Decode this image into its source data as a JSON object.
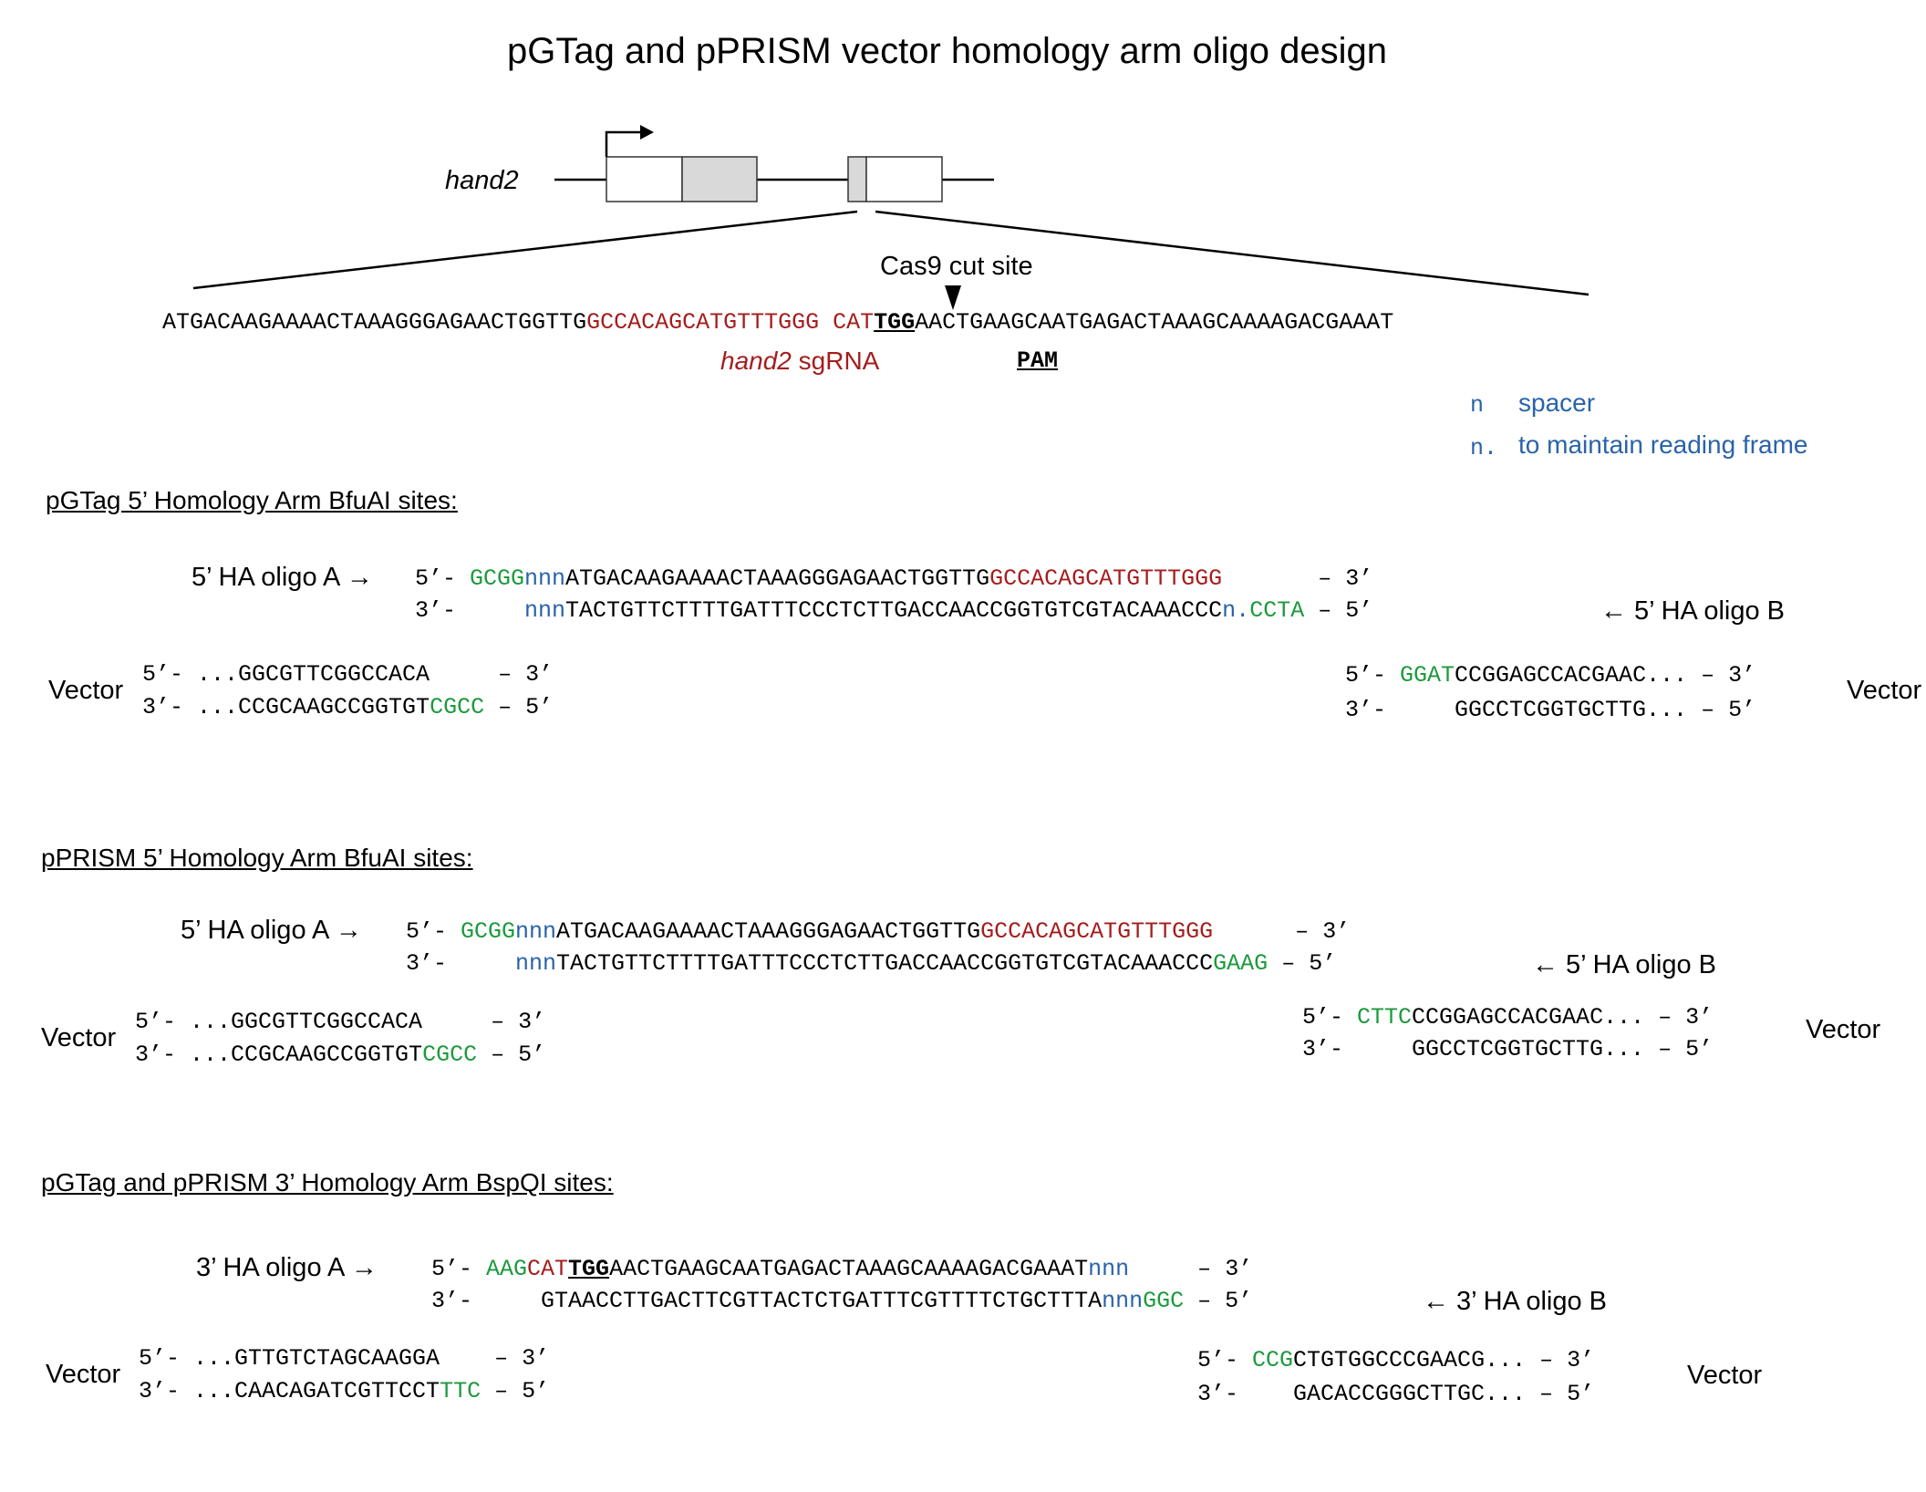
{
  "title": "pGTag and pPRISM vector homology arm oligo design",
  "gene": {
    "name": "hand2",
    "cut_label": "Cas9 cut site",
    "sequence": {
      "part1": "ATGACAAGAAAACTAAAGGGAGAACTGGTTG",
      "sgrna": "GCCACAGCATGTTTGGG",
      "space": " ",
      "cat": "CAT",
      "pam": "TGG",
      "part2": "AACTGAAGCAATGAGACTAAAGCAAAAGACGAAAT"
    },
    "sgrna_label_gene": "hand2",
    "sgrna_label_rest": " sgRNA",
    "pam_label": "PAM"
  },
  "legend": {
    "spacer_symbol": "n",
    "spacer_label": "spacer",
    "frame_symbol": "n.",
    "frame_label": "to maintain reading frame"
  },
  "colors": {
    "sgrna": "#a51d1d",
    "overhang": "#1c9a3d",
    "spacer": "#2a63a8"
  },
  "sections": [
    {
      "heading": "pGTag 5’ Homology Arm BfuAI sites:",
      "oligo_a_label": "5’ HA oligo A →",
      "oligo_b_label": "← 5’ HA oligo B",
      "top": {
        "p5": "5’- ",
        "ov": "GCGG",
        "sp": "nnn",
        "seq": "ATGACAAGAAAACTAAAGGGAGAACTGGTTG",
        "red": "GCCACAGCATGTTTGGG",
        "end": "       – 3’"
      },
      "bottom": {
        "p3": "3’-     ",
        "sp": "nnn",
        "seq": "TACTGTTCTTTTGATTTCCCTCTTGACCAACCGGTGTCGTACAAACCC",
        "sp2": "n.",
        "ov": "CCTA",
        "end": " – 5’"
      },
      "vector_label": "Vector",
      "vec_left_top": {
        "a": "5’- ...GGCGTTCGGCCACA     – 3’"
      },
      "vec_left_bot": {
        "a": "3’- ...CCGCAAGCCGGTGT",
        "ov": "CGCC",
        "b": " – 5’"
      },
      "vec_right_top": {
        "a": "5’- ",
        "ov": "GGAT",
        "b": "CCGGAGCCACGAAC... – 3’"
      },
      "vec_right_bot": {
        "a": "3’-     GGCCTCGGTGCTTG... – 5’"
      }
    },
    {
      "heading": "pPRISM 5’ Homology Arm BfuAI sites:",
      "oligo_a_label": "5’ HA oligo A →",
      "oligo_b_label": "← 5’ HA oligo B",
      "top": {
        "p5": "5’- ",
        "ov": "GCGG",
        "sp": "nnn",
        "seq": "ATGACAAGAAAACTAAAGGGAGAACTGGTTG",
        "red": "GCCACAGCATGTTTGGG",
        "end": "      – 3’"
      },
      "bottom": {
        "p3": "3’-     ",
        "sp": "nnn",
        "seq": "TACTGTTCTTTTGATTTCCCTCTTGACCAACCGGTGTCGTACAAACCC",
        "ov": "GAAG",
        "end": " – 5’"
      },
      "vector_label": "Vector",
      "vec_left_top": {
        "a": "5’- ...GGCGTTCGGCCACA     – 3’"
      },
      "vec_left_bot": {
        "a": "3’- ...CCGCAAGCCGGTGT",
        "ov": "CGCC",
        "b": " – 5’"
      },
      "vec_right_top": {
        "a": "5’- ",
        "ov": "CTTC",
        "b": "CCGGAGCCACGAAC... – 3’"
      },
      "vec_right_bot": {
        "a": "3’-     GGCCTCGGTGCTTG... – 5’"
      }
    },
    {
      "heading": "pGTag and pPRISM 3’ Homology Arm BspQI sites:",
      "oligo_a_label": "3’ HA oligo A →",
      "oligo_b_label": "← 3’ HA oligo B",
      "top": {
        "p5": "5’- ",
        "ov": "AAG",
        "red": "CAT",
        "pam": "TGG",
        "seq": "AACTGAAGCAATGAGACTAAAGCAAAAGACGAAAT",
        "sp": "nnn",
        "end": "     – 3’"
      },
      "bottom": {
        "p3": "3’-     ",
        "seq": "GTAACCTTGACTTCGTTACTCTGATTTCGTTTTCTGCTTTA",
        "sp": "nnn",
        "ov": "GGC",
        "end": " – 5’"
      },
      "vector_label": "Vector",
      "vec_left_top": {
        "a": "5’- ...GTTGTCTAGCAAGGA    – 3’"
      },
      "vec_left_bot": {
        "a": "3’- ...CAACAGATCGTTCCT",
        "ov": "TTC",
        "b": " – 5’"
      },
      "vec_right_top": {
        "a": "5’- ",
        "ov": "CCG",
        "b": "CTGTGGCCCGAACG... – 3’"
      },
      "vec_right_bot": {
        "a": "3’-    GACACCGGGCTTGC... – 5’"
      }
    }
  ]
}
